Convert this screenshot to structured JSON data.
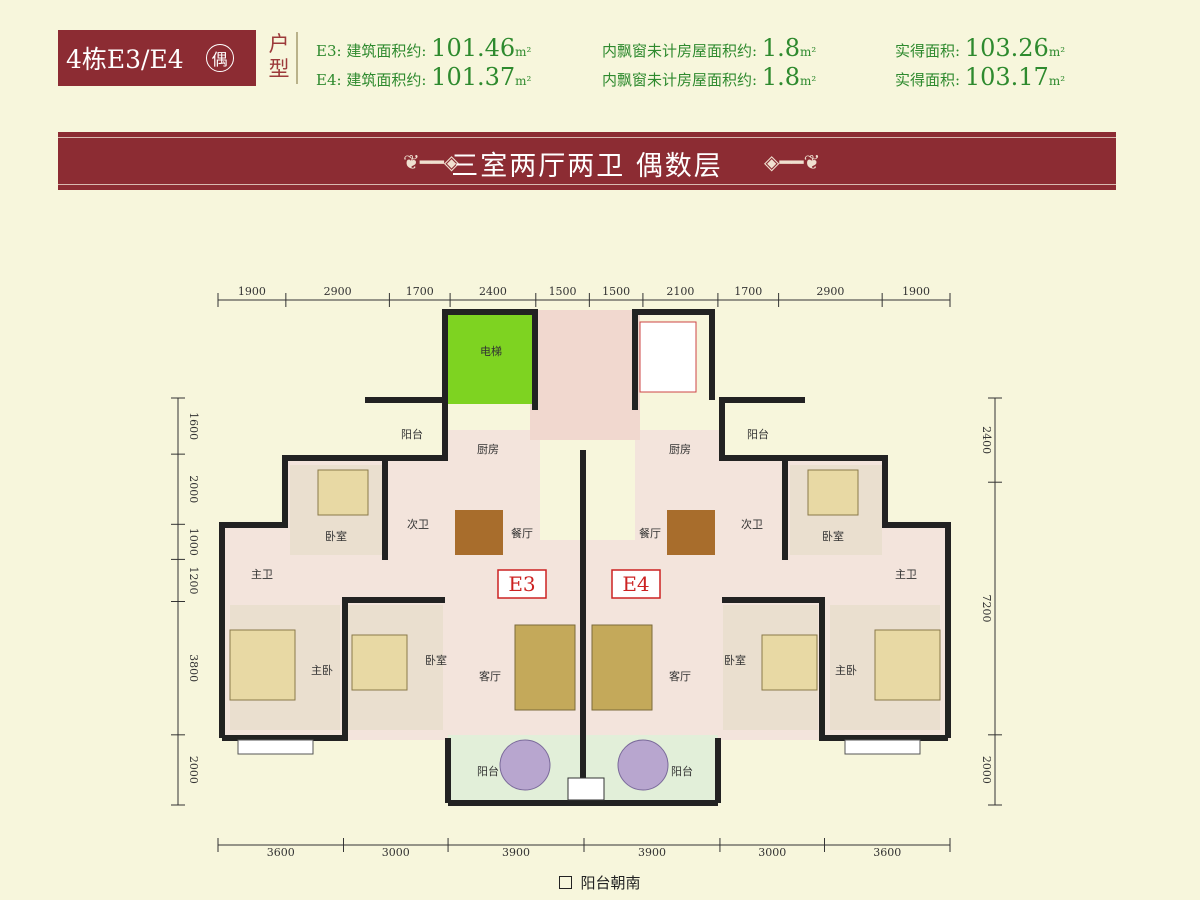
{
  "header": {
    "badge": "4栋E3/E4",
    "badge_mark": "偶",
    "huxing": [
      "户",
      "型"
    ],
    "rows": [
      {
        "unit": "E3:",
        "area_label": "建筑面积约:",
        "area": "101.46",
        "area_unit": "m²",
        "bay_label": "内飘窗未计房屋面积约:",
        "bay": "1.8",
        "bay_unit": "m²",
        "actual_label": "实得面积:",
        "actual": "103.26",
        "actual_unit": "m²"
      },
      {
        "unit": "E4:",
        "area_label": "建筑面积约:",
        "area": "101.37",
        "area_unit": "m²",
        "bay_label": "内飘窗未计房屋面积约:",
        "bay": "1.8",
        "bay_unit": "m²",
        "actual_label": "实得面积:",
        "actual": "103.17",
        "actual_unit": "m²"
      }
    ]
  },
  "banner": {
    "title": "三室两厅两卫 偶数层"
  },
  "plan": {
    "top_dims": [
      "1900",
      "2900",
      "1700",
      "2400",
      "1500",
      "1500",
      "2100",
      "1700",
      "2900",
      "1900"
    ],
    "bottom_dims": [
      "3600",
      "3000",
      "3900",
      "3900",
      "3000",
      "3600"
    ],
    "left_dims": [
      "1600",
      "2000",
      "1000",
      "1200",
      "3800",
      "2000"
    ],
    "right_dims": [
      "2400",
      "7200",
      "2000"
    ],
    "units": [
      "E3",
      "E4"
    ],
    "rooms": {
      "elevator": "电梯",
      "balcony": "阳台",
      "kitchen": "厨房",
      "bedroom": "卧室",
      "second_bath": "次卫",
      "master_bath": "主卫",
      "dining": "餐厅",
      "living": "客厅",
      "master_bedroom": "主卧"
    }
  },
  "footer": {
    "text": "阳台朝南"
  },
  "colors": {
    "maroon": "#8c2c33",
    "green_text": "#2e8a2e",
    "elevator": "#7ed321",
    "background": "#f7f6dc"
  }
}
